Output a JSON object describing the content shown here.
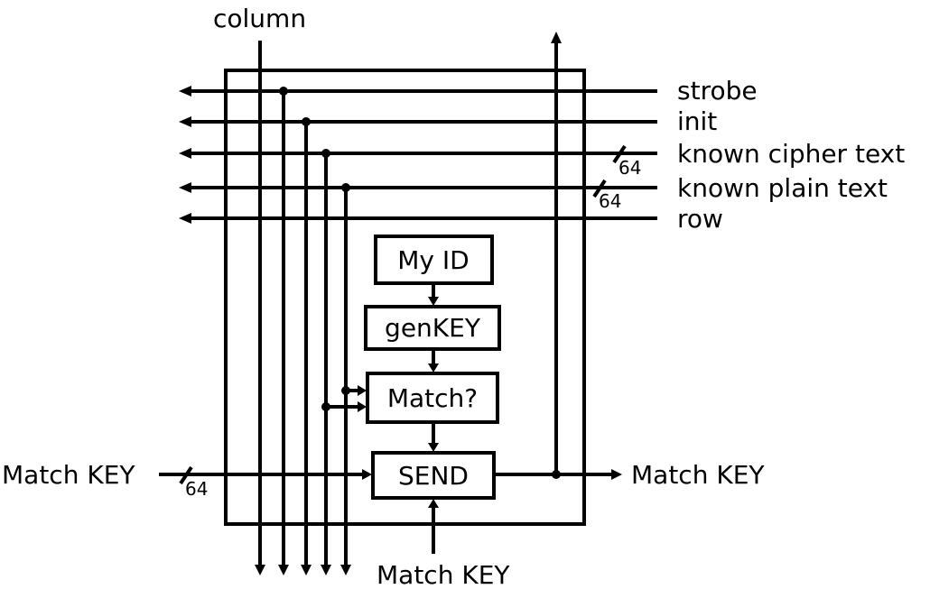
{
  "labels": {
    "column": "column",
    "strobe": "strobe",
    "init": "init",
    "known_cipher": "known cipher text",
    "known_plain": "known plain text",
    "row": "row",
    "match_key_in_left": "Match KEY",
    "match_key_out_right": "Match KEY",
    "match_key_bottom": "Match KEY"
  },
  "blocks": {
    "my_id": "My ID",
    "genkey": "genKEY",
    "match": "Match?",
    "send": "SEND"
  },
  "bus_widths": {
    "cipher": "64",
    "plain": "64",
    "match_key_in": "64"
  }
}
